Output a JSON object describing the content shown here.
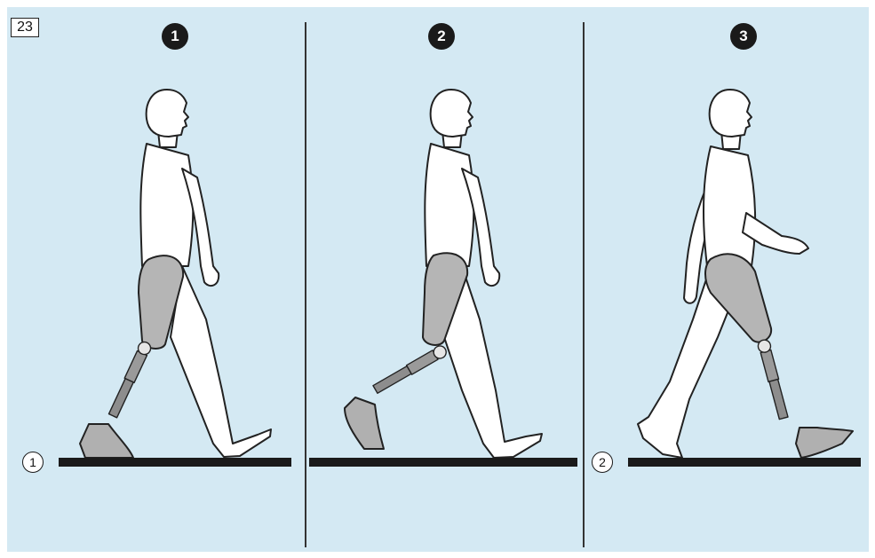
{
  "figure": {
    "number": "23"
  },
  "panels": [
    {
      "step": "1"
    },
    {
      "step": "2"
    },
    {
      "step": "3"
    }
  ],
  "ground_markers": [
    "1",
    "2"
  ],
  "colors": {
    "background": "#d4e9f3",
    "body_fill": "#ffffff",
    "body_stroke": "#222222",
    "prosthesis_socket": "#b5b5b5",
    "ground": "#1a1a1a"
  },
  "icons": [
    "walking-figure-with-prosthetic-leg"
  ]
}
